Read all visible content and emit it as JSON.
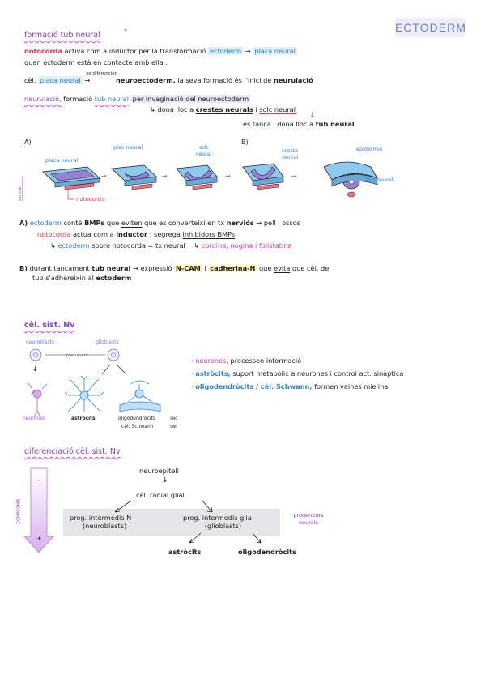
{
  "header": {
    "title": "ECTODERM"
  },
  "sec1": {
    "heading": "formació tub neural",
    "heading_mark": "*",
    "l1": {
      "a": "notocorda",
      "b": "activa com a inductor per la transformació",
      "c": "ectoderm",
      "arrow": "→",
      "d": "placa neural"
    },
    "l2": "quan ectoderm està en contacte amb ella .",
    "l3": {
      "a": "cèl.",
      "b": "placa neural",
      "arrow_label": "es diferencien",
      "arrow": "→",
      "c": "neuroectoderm,",
      "d": "la seva formació és l'inici de",
      "e": "neurulació"
    },
    "l4": {
      "a": "neurulació,",
      "b": "formació",
      "c": "tub neural",
      "d": "per invaginació del neuroectoderm"
    },
    "l5": {
      "a": "↳ dona lloc a",
      "b": "crestes neurals",
      "c": "i",
      "d": "solc neural"
    },
    "l6": {
      "a": "es tanca i dona lloc a",
      "b": "tub neural"
    }
  },
  "diagram": {
    "label_a": "A)",
    "label_b": "B)",
    "placa": "placa neural",
    "plec": "plec neural",
    "solc": "solc neural",
    "cresta": "cresta neural",
    "epidermis": "epidermis",
    "tub": "tub neural",
    "notocorda": "notocorda",
    "dorsal": "ventral",
    "colors": {
      "skin": "#8fc9ee",
      "plate": "#9a7fd8",
      "noto": "#f0707c"
    }
  },
  "secA": {
    "label": "A)",
    "l1": {
      "a": "ectoderm",
      "b": "conté",
      "c": "BMPs",
      "d": "que",
      "e": "eviten",
      "f": "que es converteixi en tx",
      "g": "nerviós",
      "h": "→ pell i ossos"
    },
    "l2": {
      "a": "notocorda",
      "b": "actua com a",
      "c": "inductor",
      "d": ": segrega",
      "e": "inhibidors BMPs"
    },
    "l3": {
      "a": "↳",
      "b": "ectoderm",
      "c": "sobre notocorda = tx neural",
      "d": "↳",
      "e": "cordina, nogina i folistatina"
    }
  },
  "secB": {
    "label": "B)",
    "l1": {
      "a": "durant tancament",
      "b": "tub neural",
      "c": "→ expressió",
      "d": "N-CAM",
      "e": "i",
      "f": "cadherina-N",
      "g": "que",
      "h": "evita",
      "i": "que cèl. del"
    },
    "l2": {
      "a": "tub s'adhereixin al",
      "b": "ectoderm"
    }
  },
  "sec2": {
    "heading": "cèl. sist. Nv",
    "neuroblasts": "neuroblasts",
    "glioblasts": "glioblasts",
    "precursors": "precursors",
    "neurones": "neurones",
    "astrocits": "astròcits",
    "oligo": "oligodendròcits",
    "schwann": "cèl. Schwann",
    "snc": "SNC",
    "snp": "SNP",
    "b1": {
      "bullet": "·",
      "a": "neurones,",
      "b": "processen informació"
    },
    "b2": {
      "bullet": "·",
      "a": "astròcits,",
      "b": "suport metabòlic a neurones  i  control act. sinàptica"
    },
    "b3": {
      "bullet": "·",
      "a": "oligodendròcits / cèl. Schwann,",
      "b": "formen vaines mielina"
    }
  },
  "sec3": {
    "heading": "diferenciació cèl. sist. Nv",
    "minus": "-",
    "plus": "+",
    "axis": "COMPROMÍS",
    "neuroepiteli": "neuroepiteli",
    "radial": "cèl. radial glial",
    "progN": "prog. intermedis N",
    "progN2": "(neuroblasts)",
    "progG": "prog. intermedis glia",
    "progG2": "(glioblasts)",
    "progenitors": "progenitors neurals",
    "astrocits": "astròcits",
    "oligo": "oligodendròcits"
  }
}
